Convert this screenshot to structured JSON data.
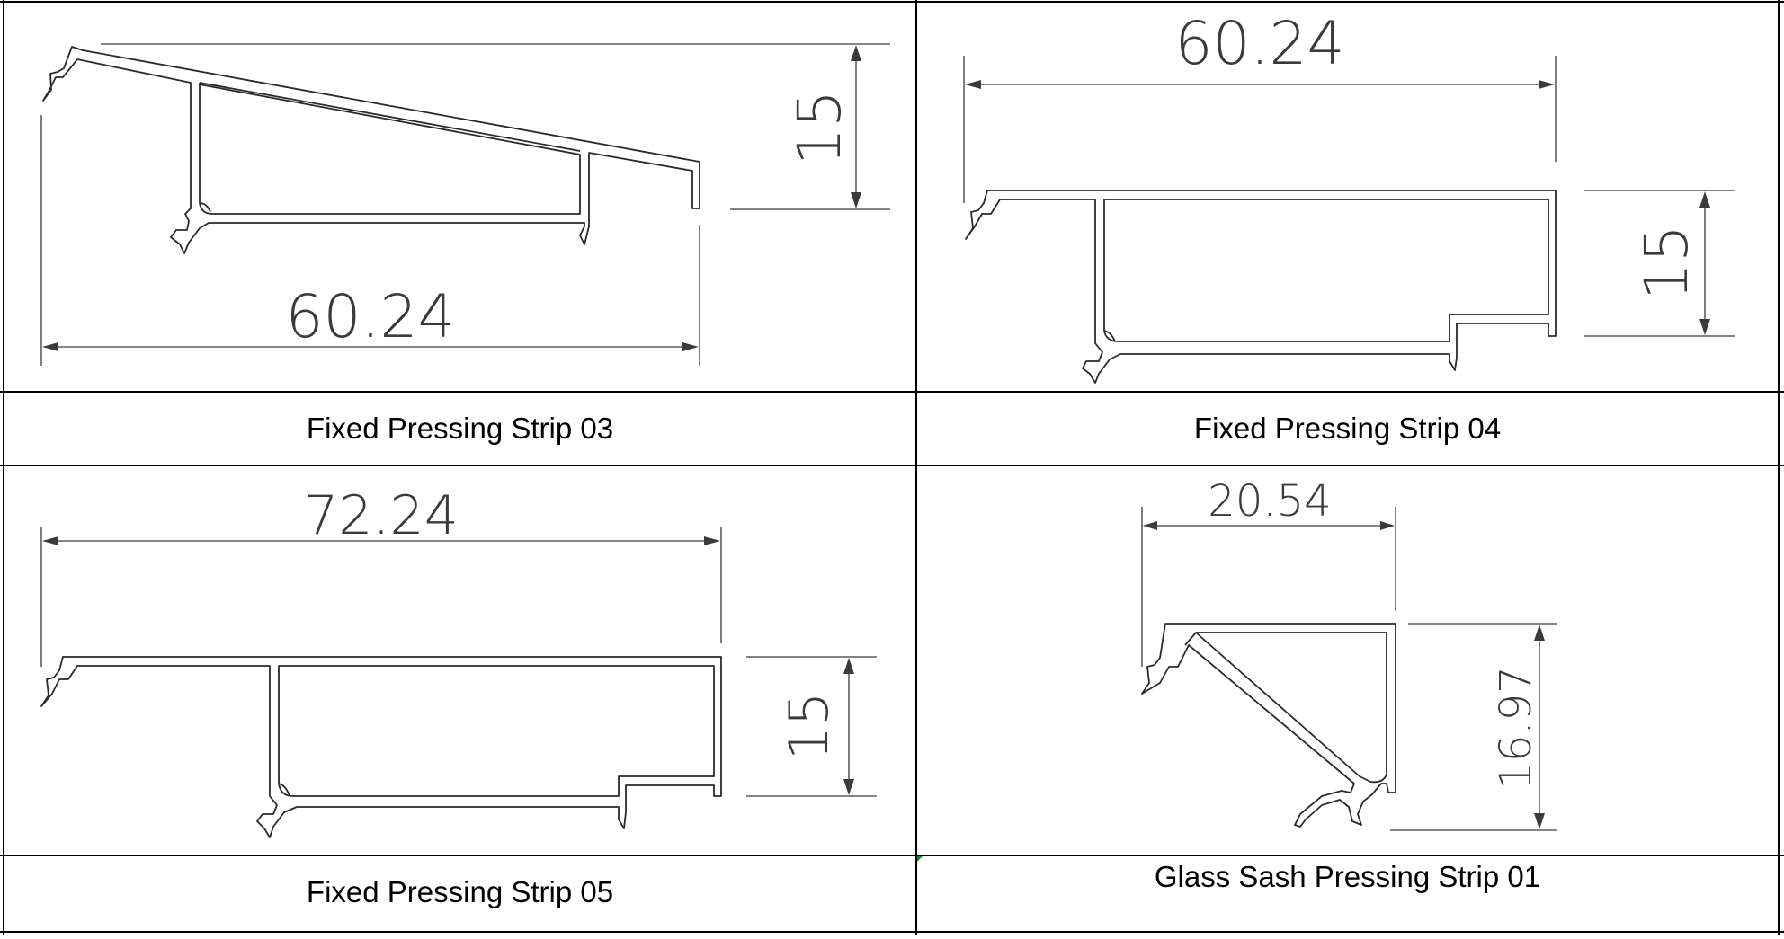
{
  "colors": {
    "grid": "#000000",
    "profile": "#2a2a2a",
    "dimension": "#3a3a3a",
    "background": "#ffffff"
  },
  "cells": [
    {
      "caption": "Fixed Pressing Strip 03",
      "dimensions": [
        "60.24",
        "15"
      ]
    },
    {
      "caption": "Fixed Pressing Strip 04",
      "dimensions": [
        "60.24",
        "15"
      ]
    },
    {
      "caption": "Fixed Pressing Strip 05",
      "dimensions": [
        "72.24",
        "15"
      ]
    },
    {
      "caption": "Glass Sash Pressing Strip 01",
      "dimensions": [
        "20.54",
        "16.97"
      ]
    }
  ]
}
